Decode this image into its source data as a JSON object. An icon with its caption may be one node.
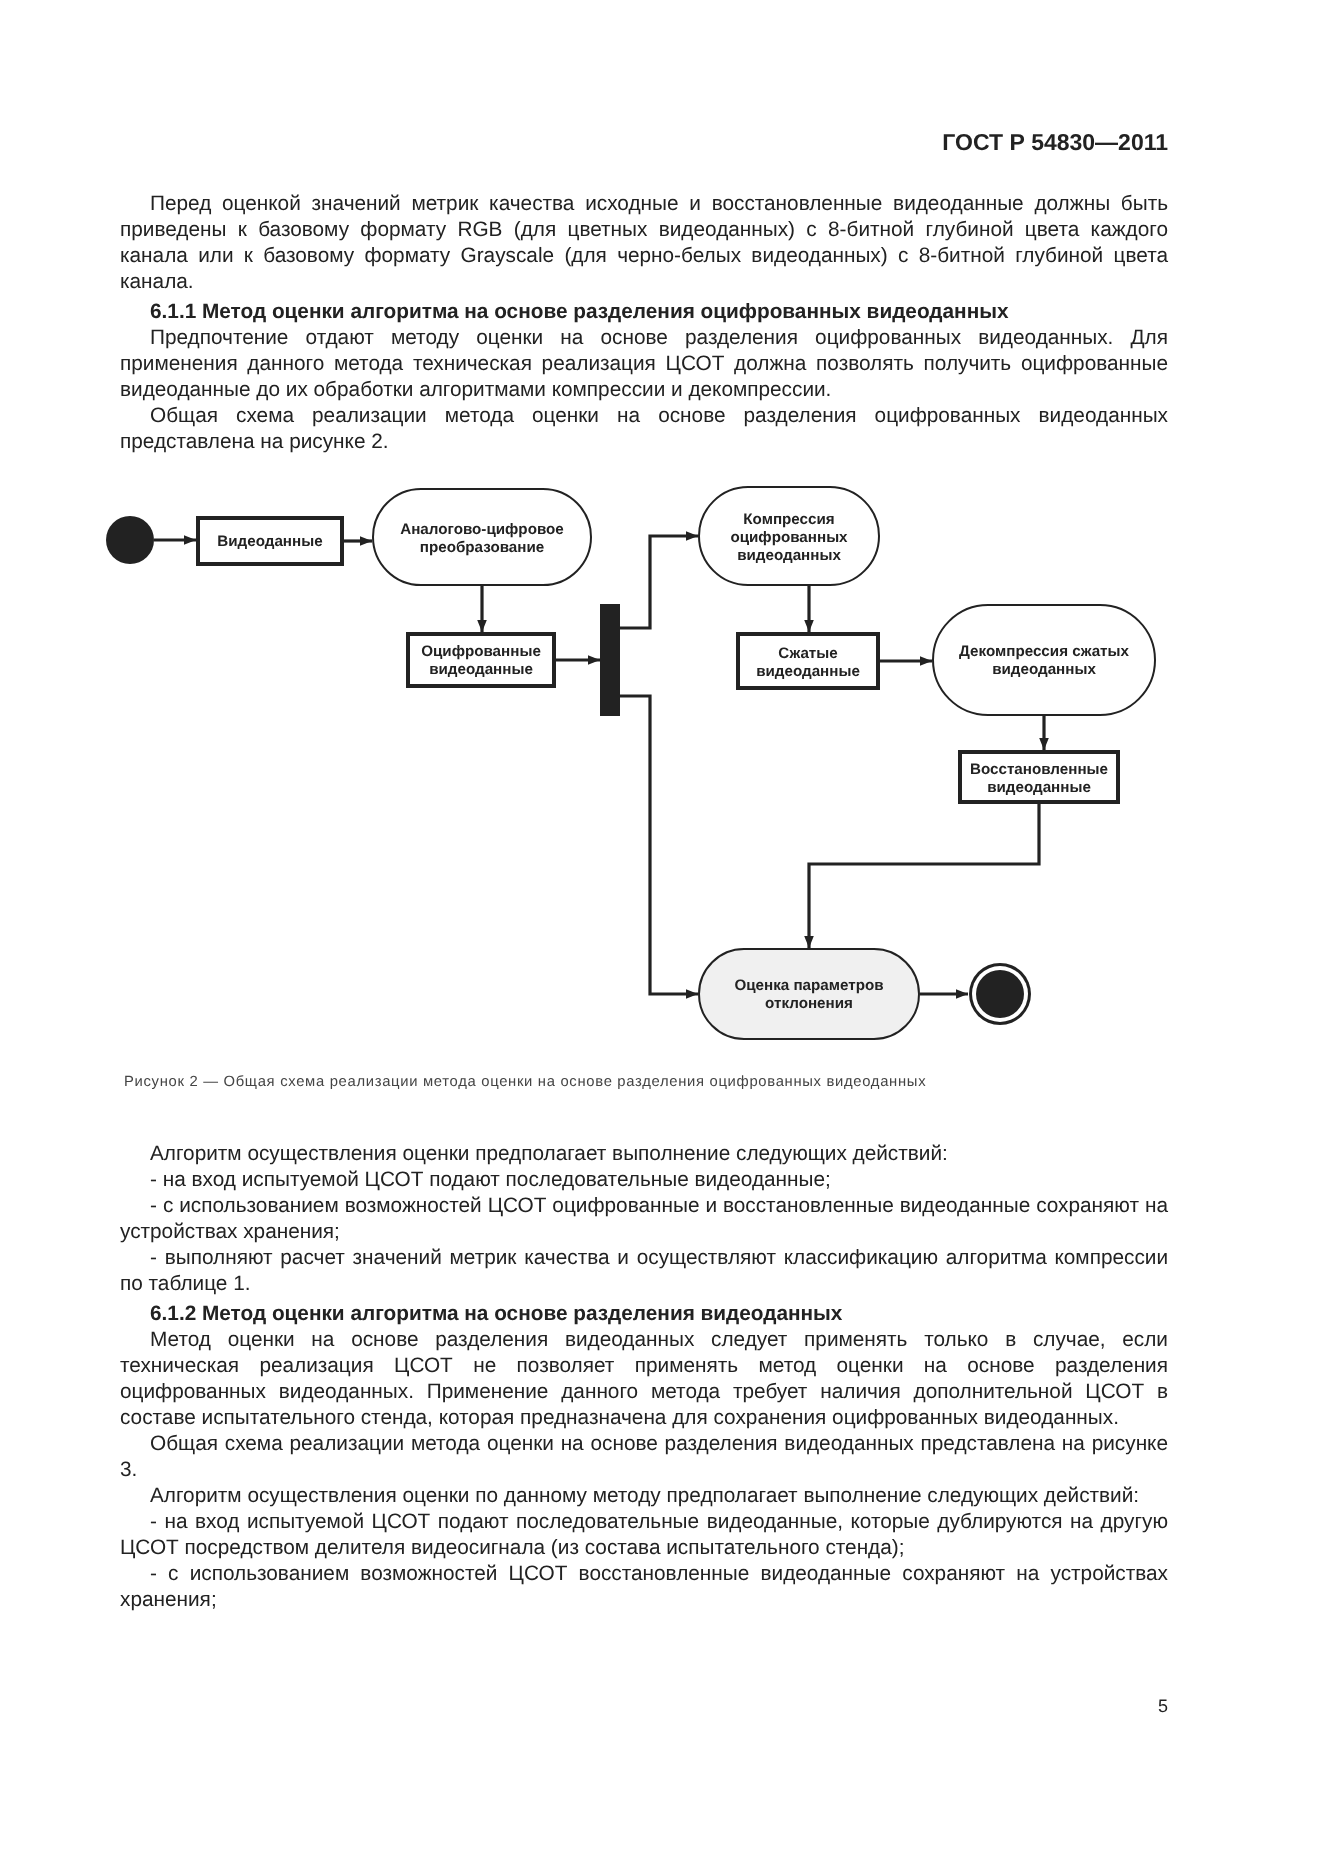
{
  "diagram": {
    "caption": "Рисунок 2 — Общая схема реализации метода оценки на основе разделения оцифрованных видеоданных",
    "nodes": [
      {
        "text": [],
        "shape": "circle"
      },
      {
        "text": [
          "Видеоданные"
        ]
      },
      {
        "text": [
          "Аналогово-цифровое преобразование"
        ]
      },
      {
        "text": [
          "Оцифрованные видеоданные"
        ]
      },
      {
        "text": [],
        "shape": "bar"
      },
      {
        "text": [
          "Компрессия оцифрованных видеоданных"
        ]
      },
      {
        "text": [
          "Сжатые видеоданные"
        ]
      },
      {
        "text": [
          "Декомпрессия сжатых видеоданных"
        ]
      },
      {
        "text": [
          "Восстановленные видеоданные"
        ]
      },
      {
        "text": [
          "Оценка параметров отклонения"
        ]
      },
      {
        "text": [],
        "shape": "circle"
      }
    ],
    "edges": [
      {
        "from": 0,
        "to": 1,
        "arrow": "to"
      },
      {
        "from": 1,
        "to": 2,
        "arrow": "to"
      },
      {
        "from": 2,
        "to": 3,
        "arrow": "to"
      },
      {
        "from": 3,
        "to": 4,
        "arrow": "to"
      },
      {
        "from": 4,
        "to": 5,
        "arrow": "to"
      },
      {
        "from": 4,
        "to": 9,
        "arrow": "to"
      },
      {
        "from": 5,
        "to": 6,
        "arrow": "to"
      },
      {
        "from": 6,
        "to": 7,
        "arrow": "to"
      },
      {
        "from": 7,
        "to": 8,
        "arrow": "to"
      },
      {
        "from": 8,
        "to": 9,
        "arrow": "to"
      },
      {
        "from": 9,
        "to": 10,
        "arrow": "to"
      }
    ],
    "labels": [
      "ГОСТ Р 54830—2011",
      "Перед оценкой значений метрик качества исходные и восстановленные видеоданные должны быть приведены к базовому формату RGB (для цветных видеоданных) с 8-битной глубиной цвета каждого канала или к базовому формату Grayscale (для черно-белых видеоданных) с 8-битной глубиной цвета канала.",
      "6.1.1 Метод оценки алгоритма на основе разделения оцифрованных видеоданных",
      "Предпочтение отдают методу оценки на основе разделения оцифрованных видеоданных. Для применения данного метода техническая реализация ЦСОТ должна позволять получить оцифрованные видеоданные до их обработки алгоритмами компрессии и декомпрессии.",
      "Общая схема реализации метода оценки на основе разделения оцифрованных видеоданных представлена на рисунке 2.",
      "Алгоритм осуществления оценки предполагает выполнение следующих действий:",
      "- на вход испытуемой ЦСОТ подают последовательные видеоданные;",
      "- с использованием возможностей ЦСОТ оцифрованные и восстановленные видеоданные сохраняют на устройствах хранения;",
      "- выполняют расчет значений метрик качества и осуществляют классификацию алгоритма компрессии по таблице 1.",
      "6.1.2 Метод оценки алгоритма на основе разделения видеоданных",
      "Метод оценки на основе разделения видеоданных следует применять только в случае, если техническая реализация ЦСОТ не позволяет применять метод оценки на основе разделения оцифрованных видеоданных. Применение данного метода требует наличия дополнительной ЦСОТ в составе испытательного стенда, которая предназначена для сохранения оцифрованных видеоданных.",
      "Общая схема реализации метода оценки на основе разделения видеоданных представлена на рисунке 3.",
      "Алгоритм осуществления оценки по данному методу предполагает выполнение следующих действий:",
      "- на вход испытуемой ЦСОТ подают последовательные видеоданные, которые дублируются на другую ЦСОТ посредством делителя видеосигнала (из состава испытательного стенда);",
      "- с использованием возможностей ЦСОТ восстановленные видеоданные сохраняют на устройствах хранения;",
      "5"
    ]
  }
}
